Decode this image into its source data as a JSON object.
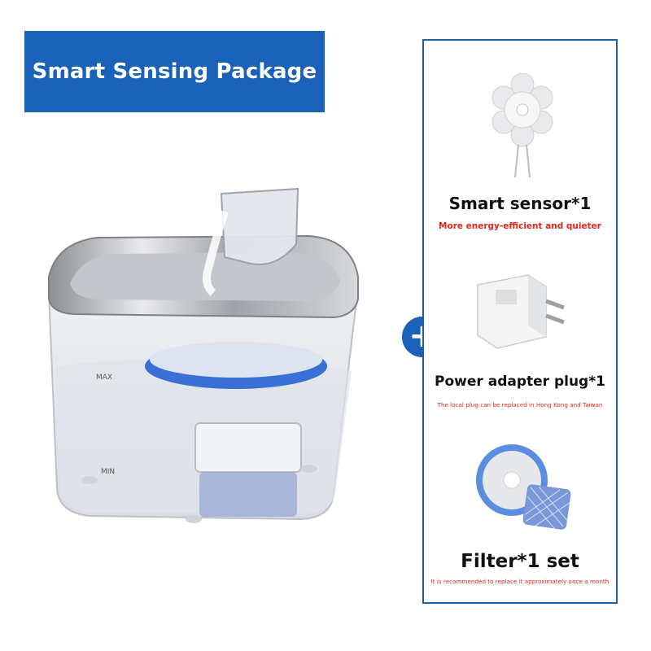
{
  "banner": {
    "title": "Smart Sensing Package"
  },
  "plus_symbol": "+",
  "items": [
    {
      "title": "Smart sensor*1",
      "subtitle": "More energy-efficient and quieter",
      "icon": "flower-sensor-icon"
    },
    {
      "title": "Power adapter plug*1",
      "subtitle": "The local plug can be replaced in Hong Kong and Taiwan",
      "icon": "power-adapter-icon"
    },
    {
      "title": "Filter*1 set",
      "subtitle": "It is recommended to replace it approximately once a month",
      "icon": "filter-icon"
    }
  ],
  "product": {
    "max_label": "MAX",
    "min_label": "MIN"
  },
  "colors": {
    "accent": "#1a62b8",
    "highlight": "#e0261b"
  }
}
